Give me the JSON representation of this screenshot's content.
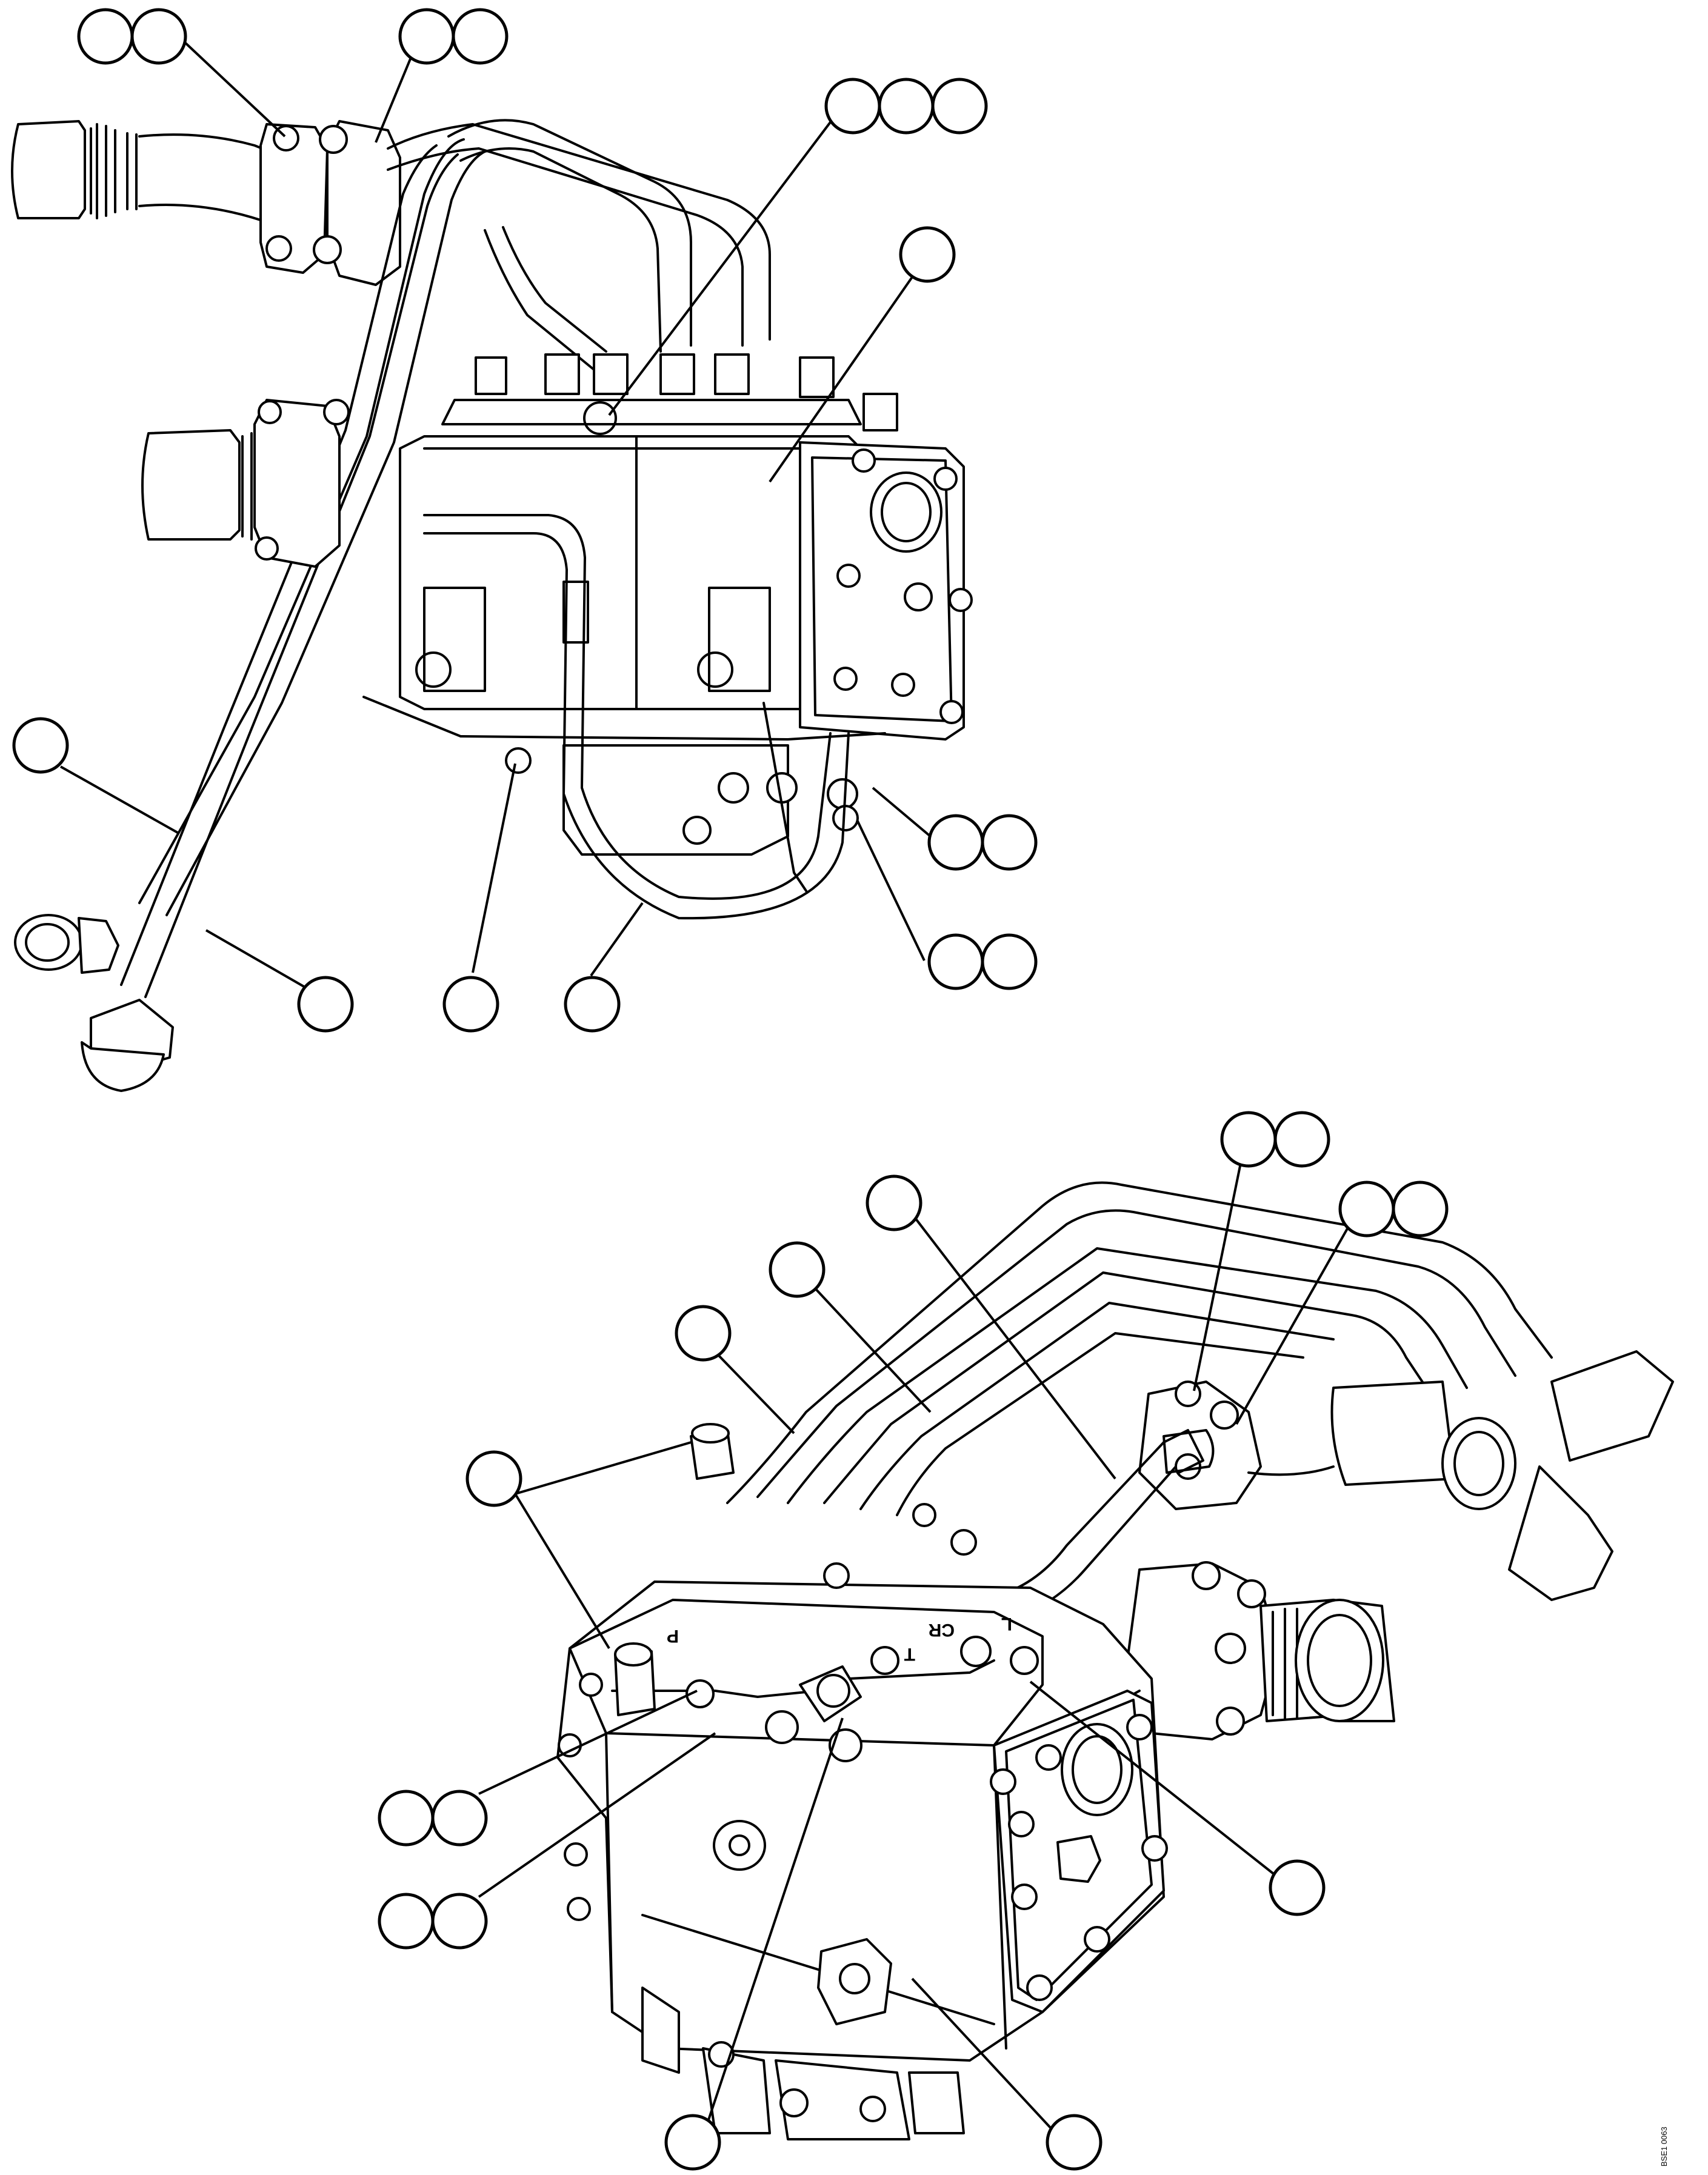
{
  "figure": {
    "stamp_cr": "CR",
    "stamp_l": "L",
    "stamp_t": "T",
    "stamp_p": "P",
    "corner_code": "BSE1 0063"
  }
}
